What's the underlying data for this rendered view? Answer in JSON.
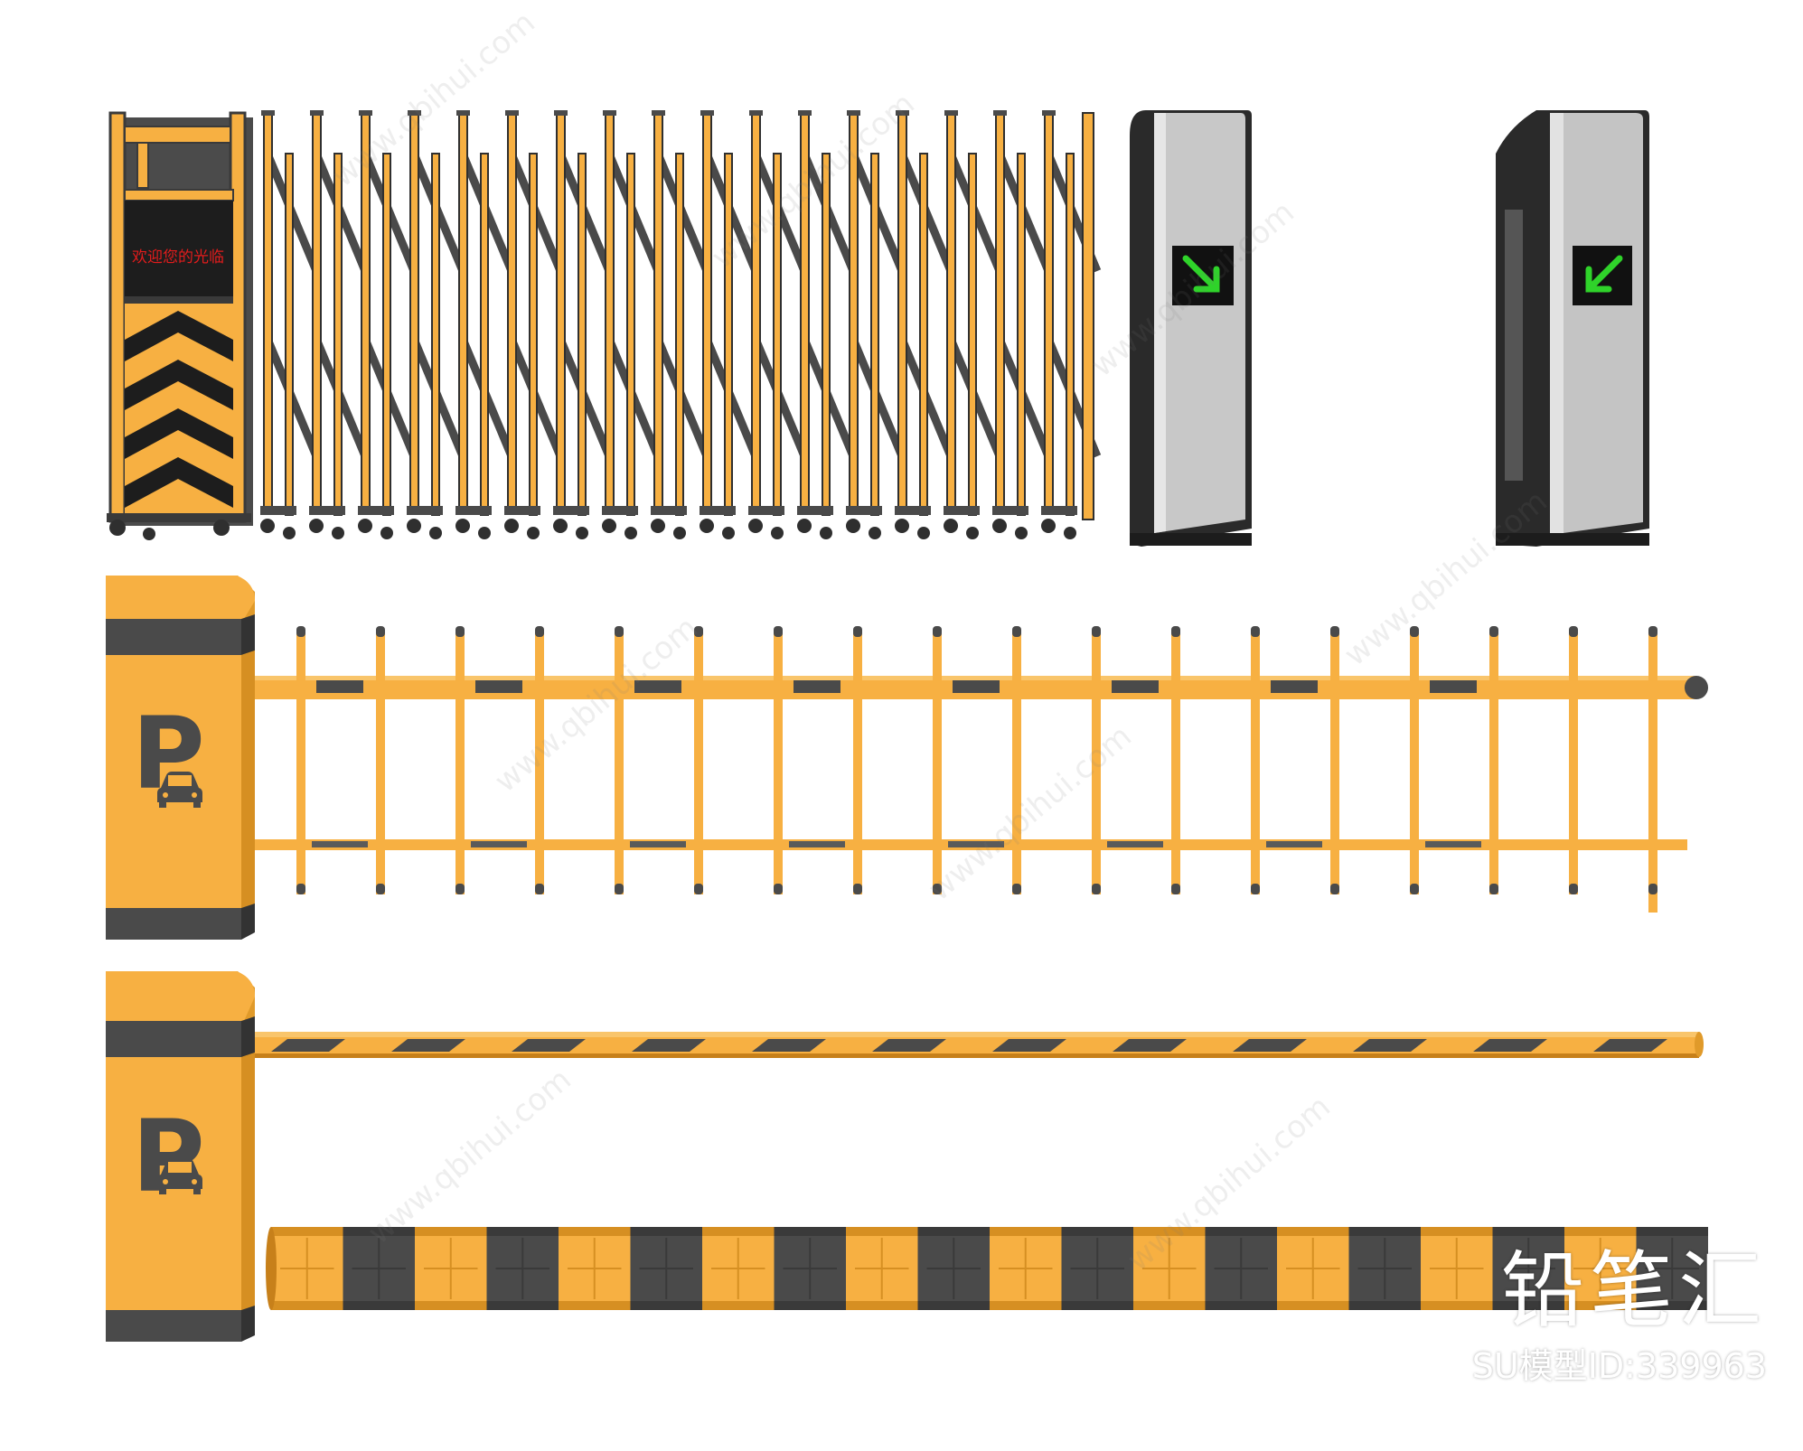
{
  "gate_sign": {
    "text": "欢迎您的光临"
  },
  "barrier_box_symbol": "P",
  "watermark": {
    "brand": "铅笔汇",
    "model_id": "SU模型ID:339963",
    "site": "www.qbihui.com"
  },
  "icons": {
    "chevron": "chevron-up-icon",
    "arrow": "green-arrow-down-left-icon",
    "car": "car-icon"
  },
  "colors": {
    "yellow": "#f7b042",
    "yellow_dark": "#e09a2a",
    "dark_gray": "#4a4a4a",
    "black": "#1f1f1f",
    "silver": "#c9c9c9",
    "green_arrow": "#39d12b",
    "sign_red": "#e21c1c"
  }
}
